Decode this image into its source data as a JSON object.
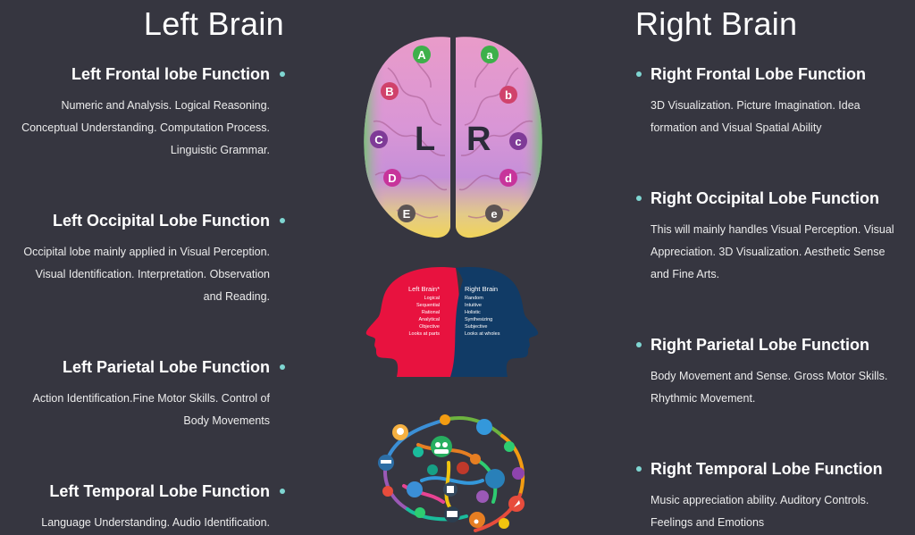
{
  "left_title": "Left Brain",
  "right_title": "Right Brain",
  "left_sections": [
    {
      "heading": "Left Frontal lobe Function",
      "lines": [
        "Numeric and Analysis. Logical Reasoning.",
        "Conceptual Understanding. Computation Process.",
        "Linguistic Grammar."
      ]
    },
    {
      "heading": "Left Occipital Lobe Function",
      "lines": [
        "Occipital lobe mainly applied in Visual Perception.",
        "Visual Identification. Interpretation. Observation",
        "and Reading."
      ]
    },
    {
      "heading": "Left Parietal Lobe Function",
      "lines": [
        "Action Identification.Fine Motor Skills. Control of",
        "Body Movements"
      ]
    },
    {
      "heading": "Left Temporal Lobe Function",
      "lines": [
        "Language Understanding. Audio Identification."
      ]
    }
  ],
  "right_sections": [
    {
      "heading": "Right Frontal Lobe Function",
      "lines": [
        "3D Visualization. Picture Imagination. Idea",
        "formation and Visual Spatial Ability"
      ]
    },
    {
      "heading": "Right Occipital Lobe Function",
      "lines": [
        "This will mainly handles Visual Perception. Visual",
        "Appreciation. 3D Visualization. Aesthetic Sense",
        "and Fine Arts."
      ]
    },
    {
      "heading": "Right Parietal Lobe Function",
      "lines": [
        "Body Movement and Sense. Gross Motor Skills.",
        "Rhythmic Movement."
      ]
    },
    {
      "heading": "Right Temporal Lobe Function",
      "lines": [
        "Music appreciation ability. Auditory Controls.",
        "Feelings and Emotions"
      ]
    }
  ],
  "brain_top": {
    "L": "L",
    "R": "R",
    "left_markers": [
      "A",
      "B",
      "C",
      "D",
      "E"
    ],
    "right_markers": [
      "a",
      "b",
      "c",
      "d",
      "e"
    ]
  },
  "heads": {
    "left_title": "Left Brain*",
    "left_items": [
      "Logical",
      "Sequential",
      "Rational",
      "Analytical",
      "Objective",
      "Looks at parts"
    ],
    "right_title": "Right Brain",
    "right_items": [
      "Random",
      "Intuitive",
      "Holistic",
      "Synthesizing",
      "Subjective",
      "Looks at wholes"
    ],
    "left_color": "#e8123f",
    "right_color": "#113b66"
  },
  "colors": {
    "background": "#363640",
    "bullet": "#7fd6d2"
  }
}
